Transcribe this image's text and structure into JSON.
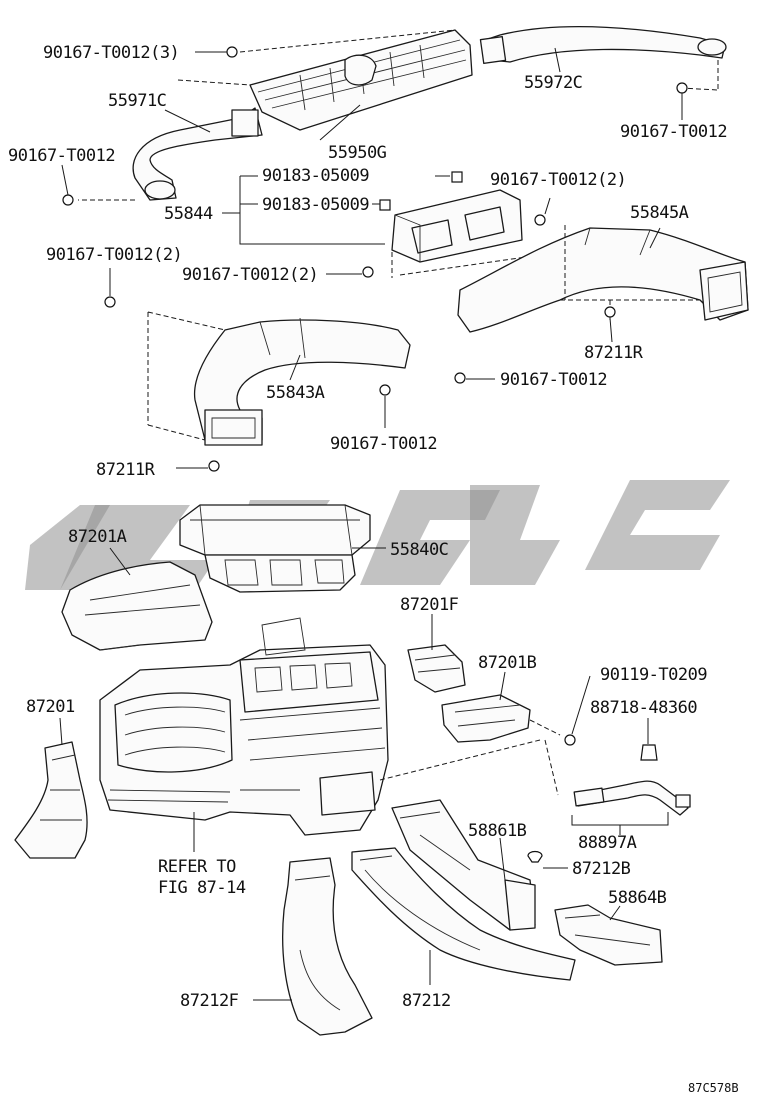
{
  "diagram": {
    "figure_code": "87C578B",
    "refer_note": [
      "REFER TO",
      "FIG 87-14"
    ],
    "parts": [
      "90167-T0012(3)",
      "55971C",
      "90167-T0012",
      "55950G",
      "55972C",
      "90167-T0012",
      "90183-05009",
      "90183-05009",
      "55844",
      "90167-T0012(2)",
      "55845A",
      "90167-T0012(2)",
      "90167-T0012(2)",
      "87211R",
      "55843A",
      "90167-T0012",
      "90167-T0012",
      "87211R",
      "87201A",
      "55840C",
      "87201F",
      "87201B",
      "90119-T0209",
      "88718-48360",
      "87201",
      "58861B",
      "88897A",
      "87212B",
      "58864B",
      "87212F",
      "87212"
    ]
  },
  "watermark": {
    "color": "#8f8f8f"
  }
}
